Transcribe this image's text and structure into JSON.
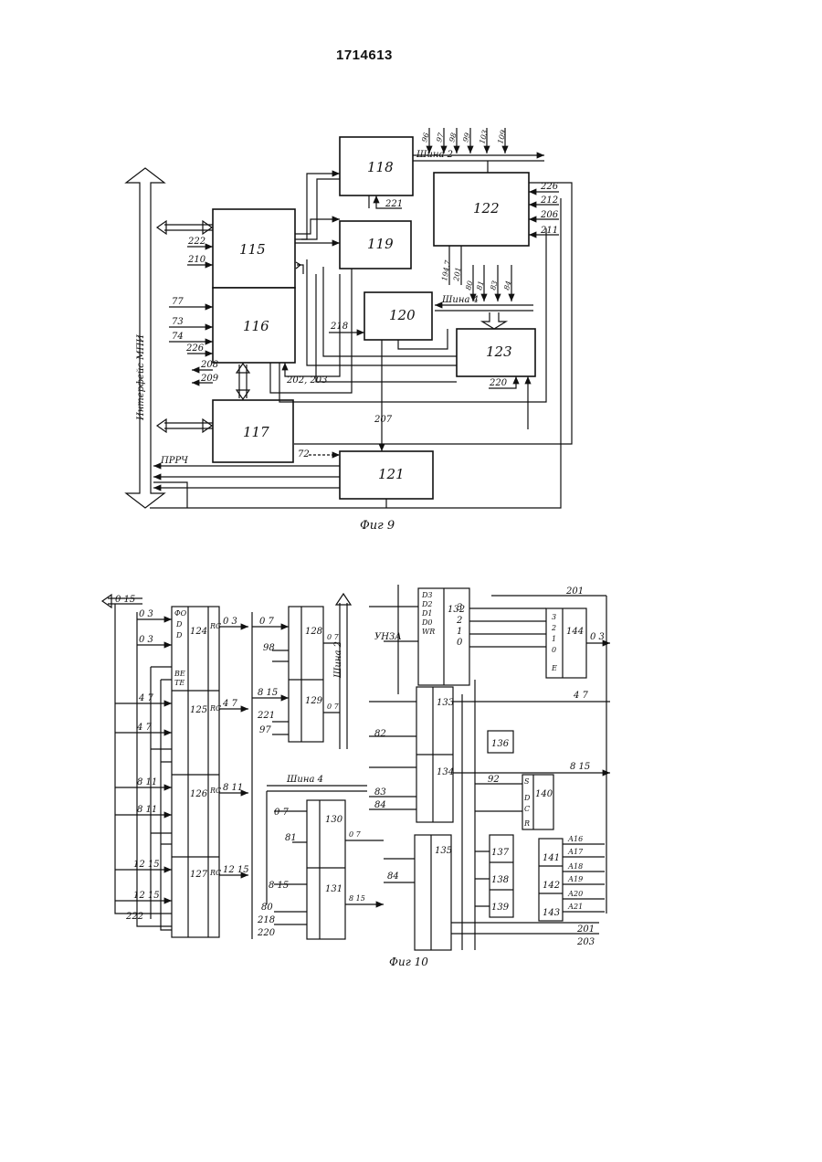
{
  "page": {
    "patent_number": "1714613",
    "fig9_caption": "Фиг 9",
    "fig10_caption": "Фиг 10"
  },
  "fig9": {
    "bus_label": "Интерфейс МПИ",
    "shina2_label": "Шина 2",
    "shina4_label": "Шина 4",
    "blocks": [
      "115",
      "116",
      "117",
      "118",
      "119",
      "120",
      "121",
      "122",
      "123"
    ],
    "left_signals": [
      "222",
      "210",
      "77",
      "73",
      "74",
      "226",
      "208",
      "209",
      "ПРРЧ"
    ],
    "bus_top_signals": [
      "96",
      "97",
      "98",
      "99",
      "103",
      "109"
    ],
    "bus_bottom_signals": [
      "194.7",
      "201",
      "80",
      "81",
      "83",
      "84"
    ],
    "right_signals": [
      "226",
      "212",
      "206",
      "211"
    ],
    "inner_signals": [
      "221",
      "218",
      "202, 203",
      "207",
      "220",
      "72"
    ]
  },
  "fig10": {
    "blocks": [
      "124",
      "125",
      "126",
      "127",
      "128",
      "129",
      "130",
      "131",
      "132",
      "133",
      "134",
      "135",
      "136",
      "137",
      "138",
      "139",
      "140",
      "141",
      "142",
      "143",
      "144"
    ],
    "bus_top_label": "0 15",
    "shina2_label": "Шина 2",
    "shina4_label": "Шина 4",
    "byte_ranges": [
      "0 3",
      "4 7",
      "8 11",
      "12 15",
      "0 7",
      "8 15"
    ],
    "in_signals": [
      "98",
      "221",
      "97",
      "81",
      "80",
      "218",
      "220",
      "82",
      "83",
      "84",
      "92",
      "222",
      "УНЗА"
    ],
    "out_signals": [
      "201",
      "0 3",
      "4 7",
      "8 15",
      "А16",
      "А17",
      "А18",
      "А19",
      "А20",
      "А21",
      "201",
      "203"
    ],
    "pin_labels": [
      "ФО",
      "ТЕ",
      "ВЕ",
      "RC",
      "D",
      "E",
      "C",
      "S",
      "R",
      "WR",
      "D0",
      "D1",
      "D2",
      "D3",
      "3",
      "2",
      "1",
      "0"
    ]
  }
}
